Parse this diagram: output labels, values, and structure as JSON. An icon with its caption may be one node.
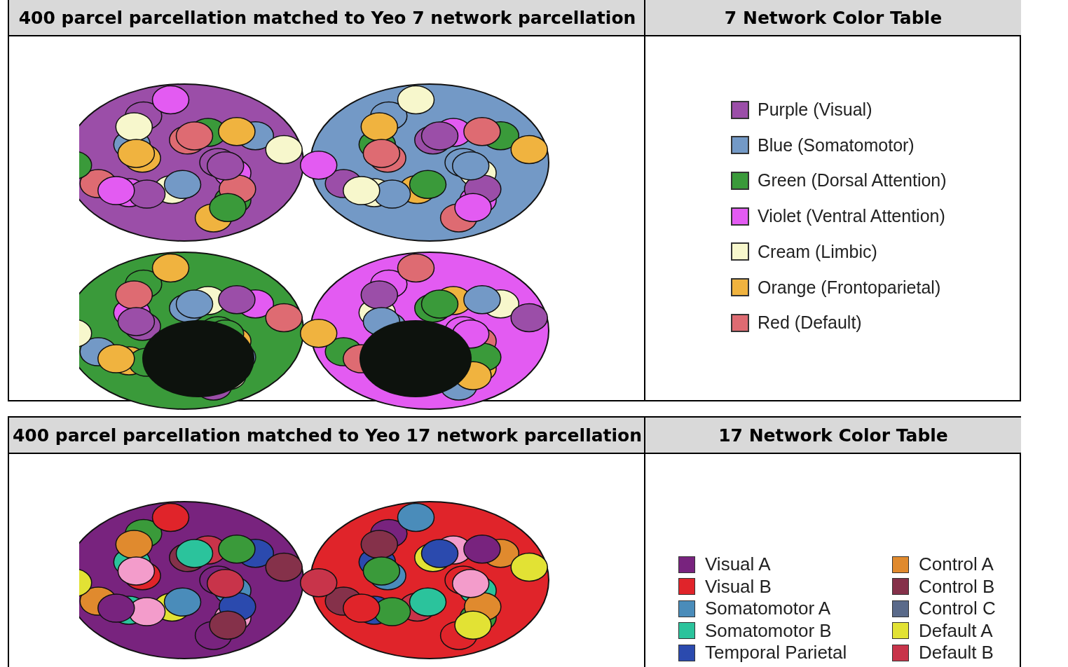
{
  "diagram": {
    "labels": [
      "400 parcel parcellation matched to Yeo 7 network parcellation",
      "7 Network Color Table",
      "400 parcel parcellation matched to Yeo 17 network parcellation",
      "17 Network Color Table"
    ],
    "legend": [
      {
        "text": "Purple (Visual)",
        "color": "#9b4ea8"
      },
      {
        "text": "Blue (Somatomotor)",
        "color": "#7399c6"
      },
      {
        "text": "Green (Dorsal Attention)",
        "color": "#3a9a3a"
      },
      {
        "text": "Violet (Ventral Attention)",
        "color": "#e35bf2"
      },
      {
        "text": "Cream (Limbic)",
        "color": "#f7f7cc"
      },
      {
        "text": "Orange (Frontoparietal)",
        "color": "#f0b33f"
      },
      {
        "text": "Red (Default)",
        "color": "#de6b72"
      },
      {
        "text": "Visual A",
        "color": "#78237e"
      },
      {
        "text": "Visual B",
        "color": "#e0242a"
      },
      {
        "text": "Somatomotor A",
        "color": "#4a8cba"
      },
      {
        "text": "Somatomotor B",
        "color": "#2bc39c"
      },
      {
        "text": "Temporal Parietal",
        "color": "#2b4aae"
      },
      {
        "text": "Control A",
        "color": "#e08a2e"
      },
      {
        "text": "Control B",
        "color": "#85314a"
      },
      {
        "text": "Control C",
        "color": "#5a6a8a"
      },
      {
        "text": "Default A",
        "color": "#e2e234"
      },
      {
        "text": "Default B",
        "color": "#c8344a"
      }
    ]
  }
}
